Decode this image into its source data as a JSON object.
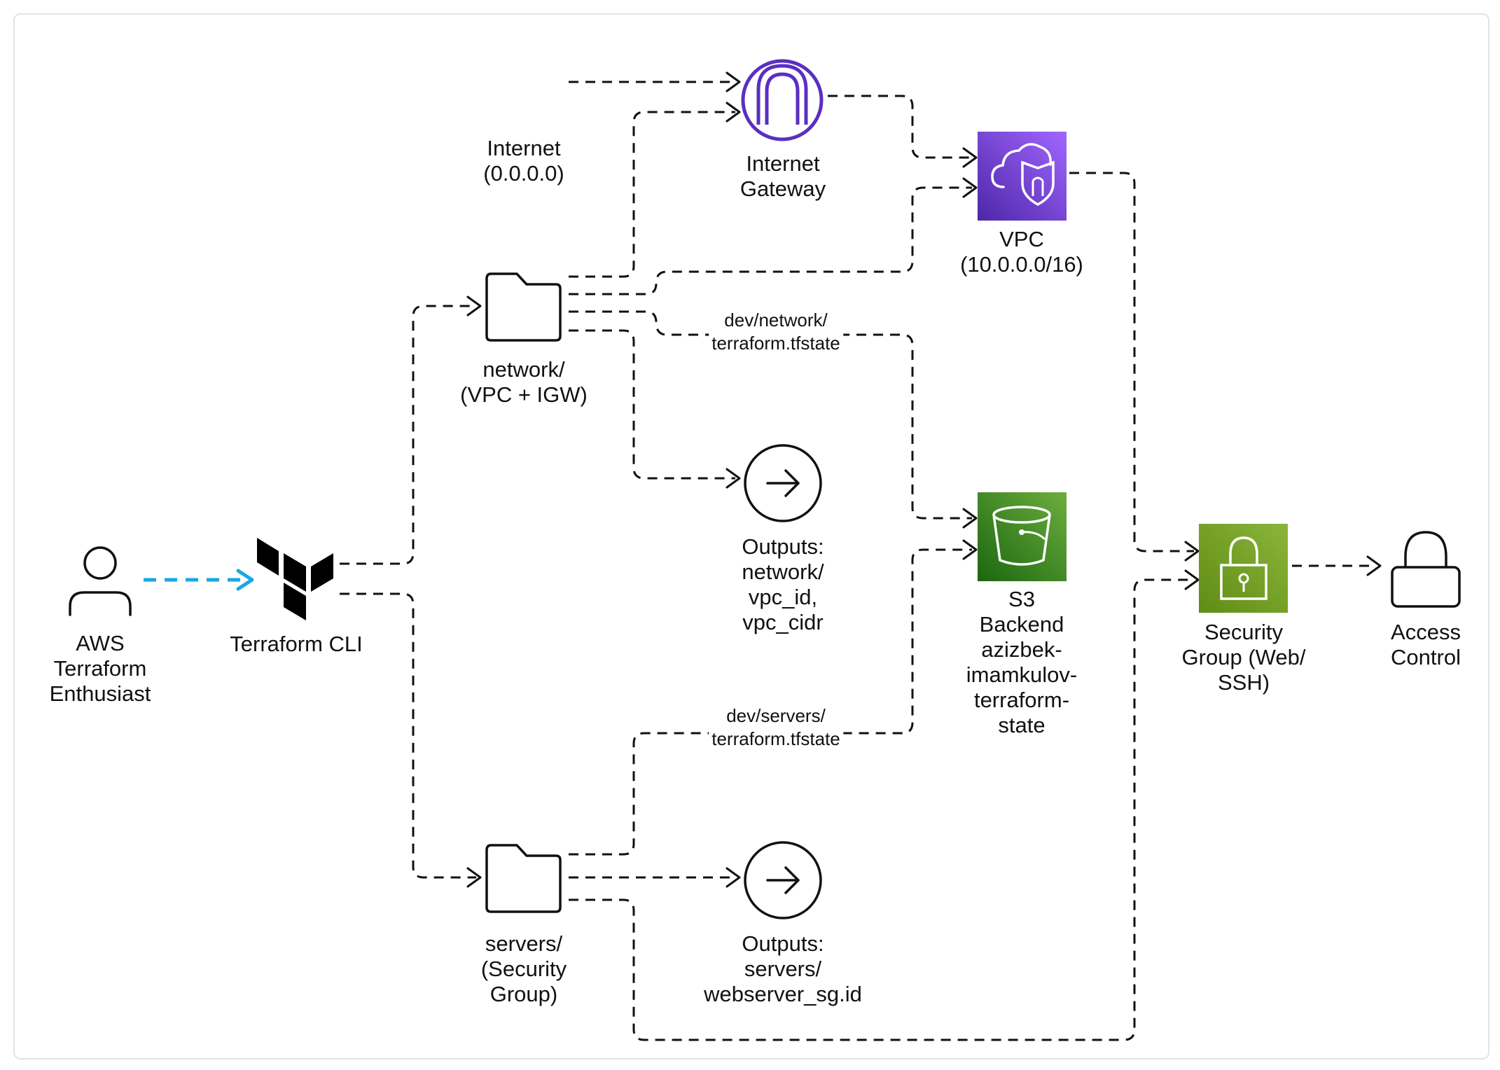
{
  "nodes": {
    "user": {
      "lines": [
        "AWS",
        "Terraform",
        "Enthusiast"
      ],
      "icon": "user-icon"
    },
    "cli": {
      "lines": [
        "Terraform CLI"
      ],
      "icon": "terraform-logo-icon"
    },
    "internet": {
      "lines": [
        "Internet",
        "(0.0.0.0)"
      ]
    },
    "igw": {
      "lines": [
        "Internet",
        "Gateway"
      ],
      "icon": "internet-gateway-icon",
      "color": "#5a2fc2"
    },
    "vpc": {
      "lines": [
        "VPC",
        "(10.0.0.0/16)"
      ],
      "icon": "vpc-cloud-shield-icon",
      "color": "#7b3fe4"
    },
    "network": {
      "lines": [
        "network/",
        "(VPC + IGW)"
      ],
      "icon": "folder-icon"
    },
    "net_out": {
      "lines": [
        "Outputs:",
        "network/",
        "vpc_id,",
        "vpc_cidr"
      ],
      "icon": "arrow-right-circle-icon"
    },
    "s3": {
      "lines": [
        "S3",
        "Backend",
        "azizbek-",
        "imamkulov-",
        "terraform-",
        "state"
      ],
      "icon": "s3-bucket-icon",
      "color": "#3f8624"
    },
    "sg": {
      "lines": [
        "Security",
        "Group (Web/",
        "SSH)"
      ],
      "icon": "padlock-icon",
      "color": "#6b9a1e"
    },
    "access": {
      "lines": [
        "Access",
        "Control"
      ],
      "icon": "lock-icon"
    },
    "servers": {
      "lines": [
        "servers/",
        "(Security",
        "Group)"
      ],
      "icon": "folder-icon"
    },
    "srv_out": {
      "lines": [
        "Outputs:",
        "servers/",
        "webserver_sg.id"
      ],
      "icon": "arrow-right-circle-icon"
    }
  },
  "edge_labels": {
    "net_state": [
      "dev/network/",
      "terraform.tfstate"
    ],
    "srv_state": [
      "dev/servers/",
      "terraform.tfstate"
    ]
  },
  "colors": {
    "line": "#111111",
    "user_to_cli": "#1aa7e6"
  }
}
